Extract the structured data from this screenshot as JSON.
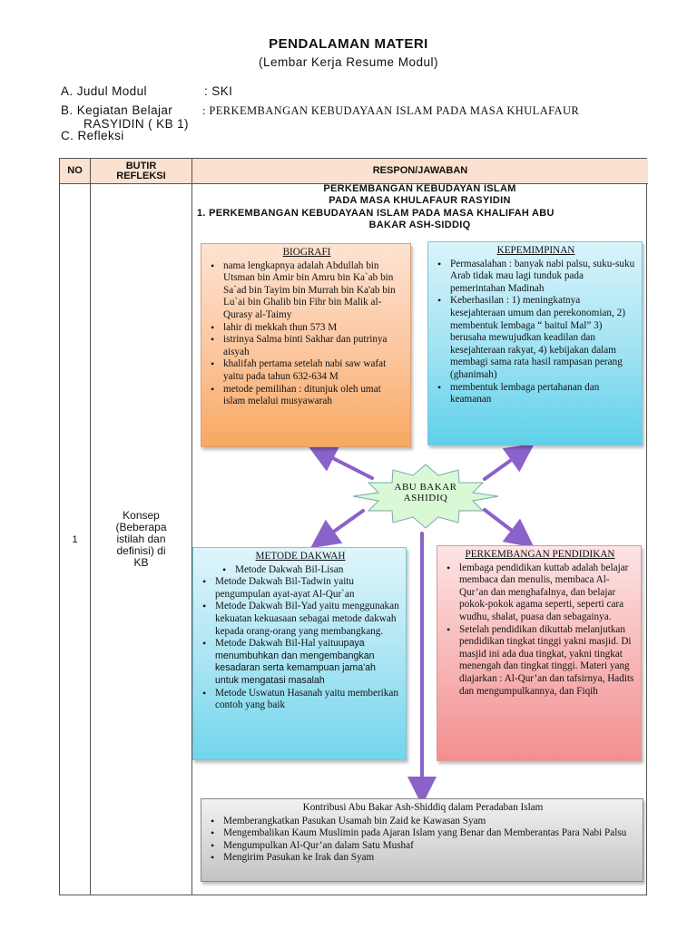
{
  "header": {
    "title": "PENDALAMAN MATERI",
    "subtitle": "(Lembar Kerja Resume Modul)"
  },
  "meta": {
    "judul_key": "A. Judul Modul",
    "judul_val": ": SKI",
    "kegiatan_key": "B. Kegiatan Belajar",
    "kegiatan_val": ":  PERKEMBANGAN KEBUDAYAAN ISLAM PADA MASA KHULAFAUR",
    "kegiatan_val2": "RASYIDIN ( KB 1)",
    "refleksi": "C. Refleksi"
  },
  "table": {
    "col_no": "NO",
    "col_butir_1": "BUTIR",
    "col_butir_2": "REFLEKSI",
    "col_respon": "RESPON/JAWABAN",
    "row_no": "1",
    "row_butir": [
      "Konsep",
      "(Beberapa",
      "istilah dan",
      "definisi) di",
      "KB"
    ]
  },
  "heading": {
    "line1": "PERKEMBANGAN KEBUDAYAN ISLAM",
    "line2": "PADA MASA KHULAFAUR RASYIDIN",
    "line3": "1.   PERKEMBANGAN KEBUDAYAAN ISLAM PADA MASA KHALIFAH ABU",
    "line4": "BAKAR ASH-SIDDIQ"
  },
  "center": {
    "line1": "ABU BAKAR",
    "line2": "ASHIDIQ"
  },
  "biografi": {
    "title": "BIOGRAFI",
    "items": [
      "nama lengkapnya adalah Abdullah bin Utsman bin Amir bin Amru bin Ka`ab bin Sa`ad bin Tayim bin Murrah bin Ka'ab bin Lu`ai bin Ghalib bin Fihr bin Malik al-Qurasy al-Taimy",
      "lahir di mekkah thun 573 M",
      "istrinya Salma binti Sakhar dan putrinya aisyah",
      "khalifah pertama setelah nabi saw wafat yaitu pada tahun 632-634 M",
      "metode pemilihan : ditunjuk oleh umat islam melalui musyawarah"
    ]
  },
  "kepemimpinan": {
    "title": "KEPEMIMPINAN",
    "items": [
      "Permasalahan : banyak nabi palsu, suku-suku Arab tidak mau lagi tunduk pada pemerintahan Madinah",
      "Keberhasilan : 1) meningkatnya kesejahteraan umum dan perekonomian, 2) membentuk lembaga “ baitul Mal” 3) berusaha mewujudkan keadilan dan kesejahteraan rakyat, 4) kebijakan dalam membagi sama rata hasil rampasan perang (ghanimah)",
      "membentuk lembaga pertahanan dan keamanan"
    ]
  },
  "metode": {
    "title": "METODE DAKWAH",
    "first": "Metode Dakwah Bil-Lisan",
    "items": [
      "Metode Dakwah Bil-Tadwin yaitu pengumpulan ayat-ayat Al-Qur`an",
      "Metode Dakwah Bil-Yad yaitu menggunakan kekuatan kekuasaan sebagai metode dakwah kepada orang-orang yang membangkang.",
      "Metode Dakwah Bil-Hal yaitu",
      "Metode Uswatun Hasanah yaitu memberikan contoh yang baik"
    ],
    "bilhal_rest": "upaya menumbuhkan dan mengembangkan kesadaran serta kemampuan jama'ah untuk mengatasi masalah"
  },
  "pendidikan": {
    "title": "PERKEMBANGAN PENDIDIKAN",
    "items": [
      "lembaga pendidikan kuttab adalah belajar membaca dan menulis, membaca Al-Qur’an dan menghafalnya, dan belajar pokok-pokok agama seperti, seperti cara wudhu, shalat, puasa dan sebagainya.",
      "Setelah pendidikan dikuttab melanjutkan pendidikan tingkat tinggi yakni masjid. Di masjid ini ada dua tingkat, yakni tingkat menengah dan tingkat tinggi. Materi yang diajarkan : Al-Qur’an dan tafsirnya, Hadits dan mengumpulkannya, dan Fiqih"
    ]
  },
  "kontribusi": {
    "title": "Kontribusi Abu Bakar Ash-Shiddiq dalam Peradaban Islam",
    "items": [
      "Memberangkatkan Pasukan Usamah bin Zaid ke Kawasan Syam",
      "Mengembalikan Kaum Muslimin pada Ajaran Islam yang Benar dan Memberantas Para Nabi Palsu",
      "Mengumpulkan Al-Qur’an dalam Satu Mushaf",
      "Mengirim Pasukan ke Irak dan Syam"
    ]
  },
  "colors": {
    "header_fill": "#fbe1cf",
    "arrow": "#8a62c9",
    "star_fill": "#d8f8d6"
  }
}
